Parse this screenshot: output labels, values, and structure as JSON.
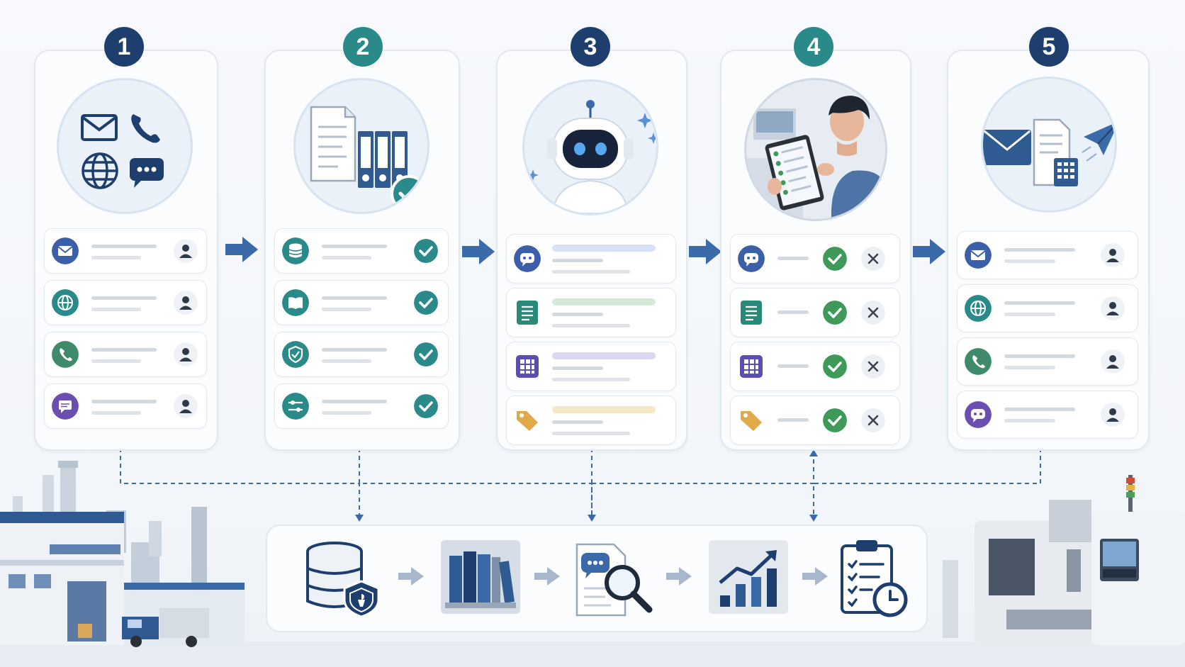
{
  "steps": [
    {
      "number": "1",
      "badge_color": "#1e3f6e",
      "hero_icons": [
        "email-icon",
        "phone-icon",
        "globe-icon",
        "chat-icon"
      ],
      "rows": [
        {
          "icon": "email-icon",
          "color": "#3b5fa8",
          "end": "user-icon"
        },
        {
          "icon": "globe-icon",
          "color": "#2a8a8a",
          "end": "user-icon"
        },
        {
          "icon": "phone-icon",
          "color": "#3f8a6a",
          "end": "user-icon"
        },
        {
          "icon": "message-icon",
          "color": "#6a4fb0",
          "end": "user-icon"
        }
      ]
    },
    {
      "number": "2",
      "badge_color": "#2a8a8a",
      "hero_icons": [
        "document-icon",
        "binders-icon",
        "check-icon"
      ],
      "rows": [
        {
          "icon": "database-icon",
          "color": "#2a8a8a",
          "end": "check-icon"
        },
        {
          "icon": "book-icon",
          "color": "#2a8a8a",
          "end": "check-icon"
        },
        {
          "icon": "shield-icon",
          "color": "#2a8a8a",
          "end": "check-icon"
        },
        {
          "icon": "sliders-icon",
          "color": "#2a8a8a",
          "end": "check-icon"
        }
      ]
    },
    {
      "number": "3",
      "badge_color": "#1e3f6e",
      "hero_icons": [
        "robot-icon",
        "sparkle-icon"
      ],
      "rows": [
        {
          "icon": "chat-bubble-icon",
          "color": "#3b5fa8",
          "bar": "#d6e3f7"
        },
        {
          "icon": "list-doc-icon",
          "color": "#2a8a7a",
          "bar": "#d3ead9"
        },
        {
          "icon": "grid-icon",
          "color": "#5a4fb0",
          "bar": "#dcd8f3"
        },
        {
          "icon": "tag-icon",
          "color": "#e0a94a",
          "bar": "#f5e8c4"
        }
      ]
    },
    {
      "number": "4",
      "badge_color": "#2a8a8a",
      "hero_icons": [
        "person-tablet-photo"
      ],
      "rows": [
        {
          "icon": "chat-bubble-icon",
          "color": "#3b5fa8"
        },
        {
          "icon": "list-doc-icon",
          "color": "#2a8a7a"
        },
        {
          "icon": "grid-icon",
          "color": "#5a4fb0"
        },
        {
          "icon": "tag-icon",
          "color": "#e0a94a"
        }
      ]
    },
    {
      "number": "5",
      "badge_color": "#1e3f6e",
      "hero_icons": [
        "envelope-icon",
        "document-icon",
        "calculator-icon",
        "paper-plane-icon"
      ],
      "rows": [
        {
          "icon": "email-icon",
          "color": "#3b5fa8",
          "end": "user-icon"
        },
        {
          "icon": "globe-icon",
          "color": "#2a8a8a",
          "end": "user-icon"
        },
        {
          "icon": "phone-icon",
          "color": "#3f8a6a",
          "end": "user-icon"
        },
        {
          "icon": "chat-bubble-icon",
          "color": "#6a4fb0",
          "end": "user-icon"
        }
      ]
    }
  ],
  "pipeline": [
    "secure-database-icon",
    "binders-icon",
    "document-search-icon",
    "bar-chart-icon",
    "checklist-clock-icon"
  ],
  "colors": {
    "navy": "#1e3f6e",
    "teal": "#2a8a8a",
    "arrow": "#3a6aa8",
    "check": "#3f9a5a",
    "dashed": "#3a6aa8"
  }
}
